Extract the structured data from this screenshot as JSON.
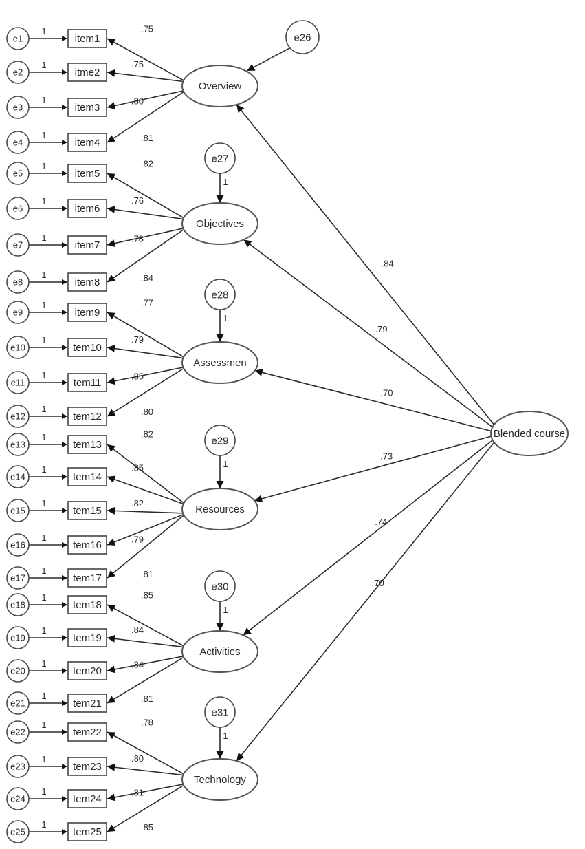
{
  "factors": [
    {
      "id": "overview",
      "label": "Overview",
      "error": "e26",
      "error_weight": "",
      "path_to_factor": ".84",
      "items": [
        {
          "label": "item1",
          "error": "e1",
          "fixed": "1",
          "loading": ".75"
        },
        {
          "label": "itme2",
          "error": "e2",
          "fixed": "1",
          "loading": ".75"
        },
        {
          "label": "item3",
          "error": "e3",
          "fixed": "1",
          "loading": ".80"
        },
        {
          "label": "item4",
          "error": "e4",
          "fixed": "1",
          "loading": ".81"
        }
      ]
    },
    {
      "id": "objectives",
      "label": "Objectives",
      "error": "e27",
      "error_weight": "1",
      "path_to_factor": ".79",
      "items": [
        {
          "label": "item5",
          "error": "e5",
          "fixed": "1",
          "loading": ".82"
        },
        {
          "label": "item6",
          "error": "e6",
          "fixed": "1",
          "loading": ".76"
        },
        {
          "label": "item7",
          "error": "e7",
          "fixed": "1",
          "loading": ".78"
        },
        {
          "label": "item8",
          "error": "e8",
          "fixed": "1",
          "loading": ".84"
        }
      ]
    },
    {
      "id": "assessment",
      "label": "Assessmen",
      "error": "e28",
      "error_weight": "1",
      "path_to_factor": ".70",
      "items": [
        {
          "label": "item9",
          "error": "e9",
          "fixed": "1",
          "loading": ".77"
        },
        {
          "label": "tem10",
          "error": "e10",
          "fixed": "1",
          "loading": ".79"
        },
        {
          "label": "tem11",
          "error": "e11",
          "fixed": "1",
          "loading": ".85"
        },
        {
          "label": "tem12",
          "error": "e12",
          "fixed": "1",
          "loading": ".80"
        }
      ]
    },
    {
      "id": "resources",
      "label": "Resources",
      "error": "e29",
      "error_weight": "1",
      "path_to_factor": ".73",
      "items": [
        {
          "label": "tem13",
          "error": "e13",
          "fixed": "1",
          "loading": ".82"
        },
        {
          "label": "tem14",
          "error": "e14",
          "fixed": "1",
          "loading": ".85"
        },
        {
          "label": "tem15",
          "error": "e15",
          "fixed": "1",
          "loading": ".82"
        },
        {
          "label": "tem16",
          "error": "e16",
          "fixed": "1",
          "loading": ".79"
        },
        {
          "label": "tem17",
          "error": "e17",
          "fixed": "1",
          "loading": ".81"
        }
      ]
    },
    {
      "id": "activities",
      "label": "Activities",
      "error": "e30",
      "error_weight": "1",
      "path_to_factor": ".74",
      "items": [
        {
          "label": "tem18",
          "error": "e18",
          "fixed": "1",
          "loading": ".85"
        },
        {
          "label": "tem19",
          "error": "e19",
          "fixed": "1",
          "loading": ".84"
        },
        {
          "label": "tem20",
          "error": "e20",
          "fixed": "1",
          "loading": ".84"
        },
        {
          "label": "tem21",
          "error": "e21",
          "fixed": "1",
          "loading": ".81"
        }
      ]
    },
    {
      "id": "technology",
      "label": "Technology",
      "error": "e31",
      "error_weight": "1",
      "path_to_factor": ".70",
      "items": [
        {
          "label": "tem22",
          "error": "e22",
          "fixed": "1",
          "loading": ".78"
        },
        {
          "label": "tem23",
          "error": "e23",
          "fixed": "1",
          "loading": ".80"
        },
        {
          "label": "tem24",
          "error": "e24",
          "fixed": "1",
          "loading": ".81"
        },
        {
          "label": "tem25",
          "error": "e25",
          "fixed": "1",
          "loading": ".85"
        }
      ]
    }
  ],
  "second_order": {
    "label": "Blended course"
  }
}
